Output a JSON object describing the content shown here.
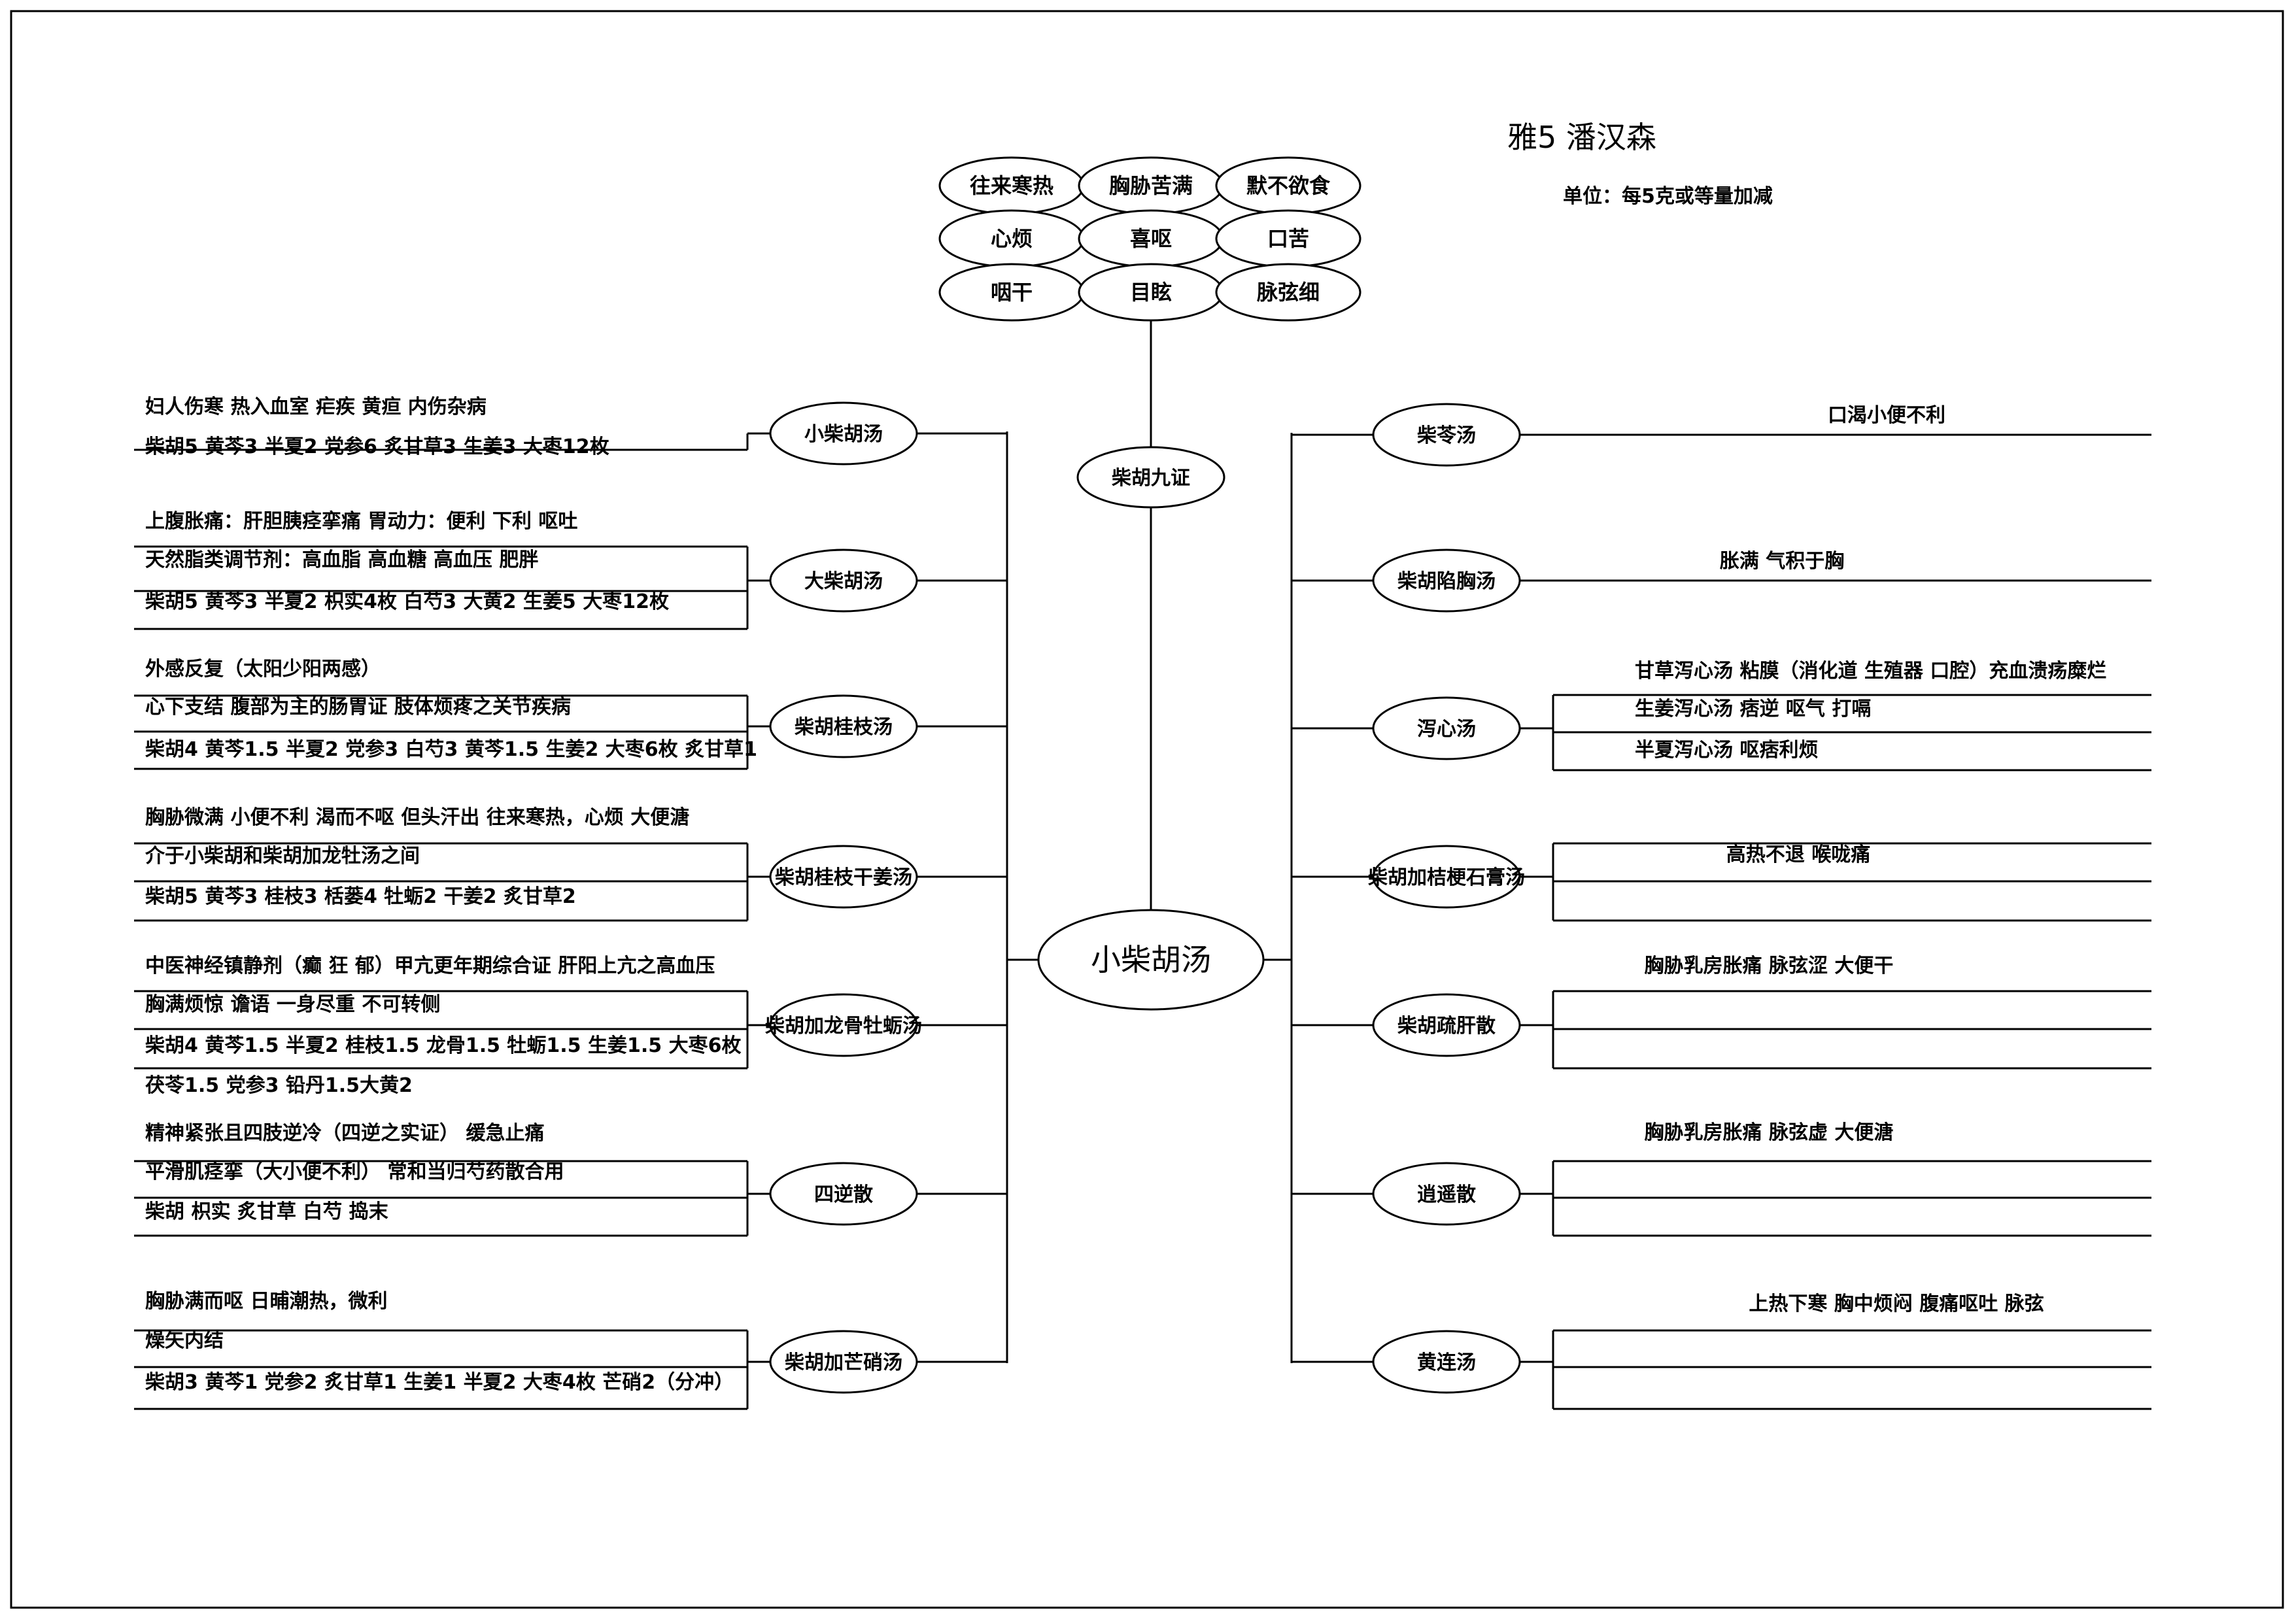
{
  "header": {
    "title": "雅5  潘汉森",
    "unit_note": "单位：每5克或等量加减"
  },
  "symptoms": {
    "items": [
      "往来寒热",
      "胸胁苦满",
      "默不欲食",
      "心烦",
      "喜呕",
      "口苦",
      "咽干",
      "目眩",
      "脉弦细"
    ],
    "group_label": "柴胡九证"
  },
  "center": {
    "label": "小柴胡汤"
  },
  "left_branches": [
    {
      "name": "小柴胡汤",
      "lines": [
        "妇人伤寒  热入血室  疟疾  黄疸  内伤杂病",
        "柴胡5  黄芩3  半夏2  党参6  炙甘草3  生姜3  大枣12枚"
      ]
    },
    {
      "name": "大柴胡汤",
      "lines": [
        "上腹胀痛：肝胆胰痉挛痛    胃动力：便利  下利  呕吐",
        "天然脂类调节剂：高血脂  高血糖  高血压  肥胖",
        "柴胡5  黄芩3  半夏2  枳实4枚  白芍3  大黄2  生姜5  大枣12枚"
      ]
    },
    {
      "name": "柴胡桂枝汤",
      "lines": [
        "外感反复（太阳少阳两感）",
        "心下支结  腹部为主的肠胃证    肢体烦疼之关节疾病",
        "柴胡4  黄芩1.5  半夏2  党参3  白芍3  黄芩1.5  生姜2  大枣6枚  炙甘草1"
      ]
    },
    {
      "name": "柴胡桂枝干姜汤",
      "lines": [
        "胸胁微满  小便不利  渴而不呕  但头汗出  往来寒热，心烦  大便溏",
        "介于小柴胡和柴胡加龙牡汤之间",
        "柴胡5  黄芩3  桂枝3  栝蒌4    牡蛎2  干姜2    炙甘草2"
      ]
    },
    {
      "name": "柴胡加龙骨牡蛎汤",
      "lines": [
        "中医神经镇静剂（癫  狂  郁）甲亢更年期综合证  肝阳上亢之高血压",
        "胸满烦惊  谵语  一身尽重  不可转侧",
        "柴胡4  黄芩1.5  半夏2  桂枝1.5  龙骨1.5  牡蛎1.5  生姜1.5  大枣6枚",
        "茯苓1.5  党参3  铅丹1.5大黄2"
      ]
    },
    {
      "name": "四逆散",
      "lines": [
        "精神紧张且四肢逆冷（四逆之实证）  缓急止痛",
        "平滑肌痉挛（大小便不利）  常和当归芍药散合用",
        "柴胡  枳实  炙甘草  白芍    捣末"
      ]
    },
    {
      "name": "柴胡加芒硝汤",
      "lines": [
        "胸胁满而呕  日晡潮热，微利",
        "燥矢内结",
        "柴胡3  黄芩1  党参2  炙甘草1  生姜1  半夏2  大枣4枚  芒硝2（分冲）"
      ]
    }
  ],
  "right_branches": [
    {
      "name": "柴苓汤",
      "lines": [
        "口渴小便不利"
      ]
    },
    {
      "name": "柴胡陷胸汤",
      "lines": [
        "胀满  气积于胸"
      ]
    },
    {
      "name": "泻心汤",
      "lines": [
        "甘草泻心汤  粘膜（消化道  生殖器  口腔）充血溃疡糜烂",
        "生姜泻心汤  痞逆  呕气  打嗝",
        "半夏泻心汤    呕痞利烦"
      ]
    },
    {
      "name": "柴胡加桔梗石膏汤",
      "lines": [
        "高热不退  喉咙痛"
      ]
    },
    {
      "name": "柴胡疏肝散",
      "lines": [
        "胸胁乳房胀痛  脉弦涩  大便干"
      ]
    },
    {
      "name": "逍遥散",
      "lines": [
        "胸胁乳房胀痛  脉弦虚  大便溏"
      ]
    },
    {
      "name": "黄连汤",
      "lines": [
        "上热下寒  胸中烦闷  腹痛呕吐  脉弦"
      ]
    }
  ]
}
